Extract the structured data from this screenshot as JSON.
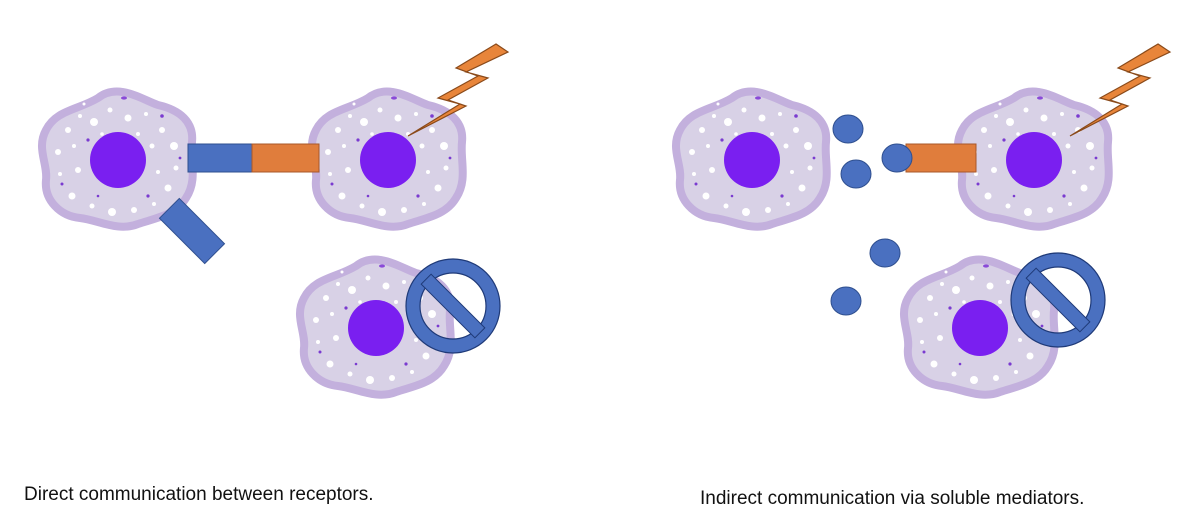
{
  "captions": {
    "direct": "Direct communication between receptors.",
    "indirect": "Indirect communication via soluble mediators."
  },
  "panels": [
    {
      "name": "direct",
      "cells": [
        "sender-cell",
        "activated-cell",
        "blocked-cell"
      ],
      "mechanism": "receptor-ligand contact"
    },
    {
      "name": "indirect",
      "cells": [
        "sender-cell",
        "activated-cell",
        "blocked-cell"
      ],
      "mechanism": "soluble mediators"
    }
  ],
  "icons": [
    "lightning-bolt-icon",
    "no-entry-icon"
  ],
  "colors": {
    "cell_body": "#d8d1e6",
    "cell_border": "#c3b0dd",
    "nucleus": "#7a1ff0",
    "receptor_blue": "#4a70c0",
    "ligand_orange": "#e07d3c",
    "bolt": "#e8853a",
    "no_entry": "#4a70c0"
  }
}
